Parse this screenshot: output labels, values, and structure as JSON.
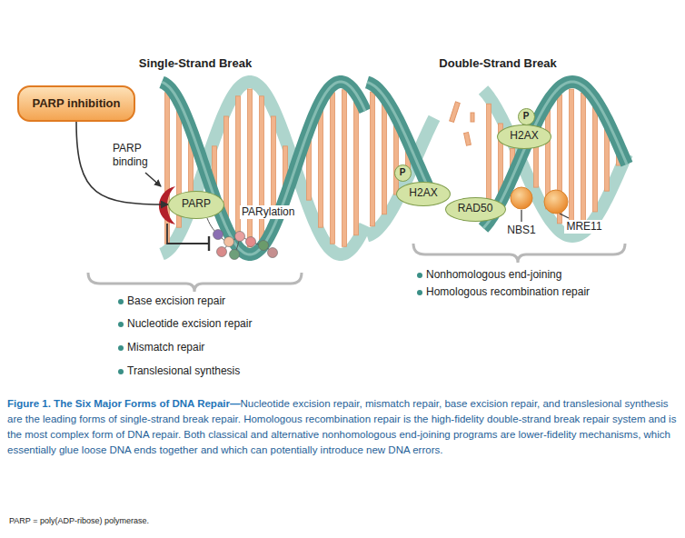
{
  "diagram": {
    "title": "Figure 1. The Six Major Forms of DNA Repair—",
    "caption": "Nucleotide excision repair, mismatch repair, base excision repair, and translesional synthesis are the leading forms of single-strand break repair. Homologous recombination repair is the high-fidelity double-strand break repair system and is the most complex form of DNA repair. Both classical and alternative nonhomologous end-joining programs are lower-fidelity mechanisms, which essentially glue loose DNA ends together and which can potentially introduce new DNA errors.",
    "nodes": [
      {
        "text": [
          "PARP inhibition"
        ]
      },
      {
        "text": [
          "PARP"
        ]
      },
      {
        "text": [
          "P"
        ]
      },
      {
        "text": [
          "H2AX"
        ]
      },
      {
        "text": [
          "P"
        ]
      },
      {
        "text": [
          "H2AX"
        ]
      },
      {
        "text": [
          "RAD50"
        ]
      }
    ],
    "edges": [
      {
        "from": 0,
        "to": 1,
        "arrow": "to"
      }
    ],
    "labels": [
      "Single-Strand Break",
      "Double-Strand Break",
      "PARP binding",
      "PARylation",
      "NBS1",
      "MRE11",
      "Base excision repair",
      "Nucleotide excision repair",
      "Mismatch repair",
      "Translesional synthesis",
      "Nonhomologous end-joining",
      "Homologous recombination repair",
      "PARP = poly(ADP-ribose) polymerase."
    ]
  }
}
